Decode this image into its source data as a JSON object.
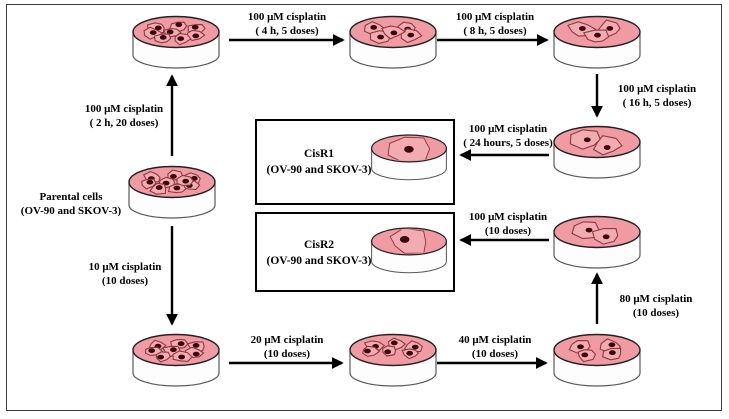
{
  "figure": {
    "description": "Cisplatin resistant cell line generation scheme"
  },
  "labels": {
    "top1": "100 μM cisplatin\n( 4 h, 5 doses)",
    "top2": "100 μM cisplatin\n( 8 h, 5 doses)",
    "right_down": "100 μM cisplatin\n( 16 h, 5 doses)",
    "cisr1_arrow": "100 μM cisplatin\n( 24 hours, 5 doses)",
    "left_up": "100 μM cisplatin\n( 2 h, 20 doses)",
    "parental": "Parental cells\n(OV-90 and SKOV-3)",
    "left_down": "10 μM cisplatin\n(10 doses)",
    "bottom1": "20 μM cisplatin\n(10 doses)",
    "bottom2": "40 μM cisplatin\n(10 doses)",
    "right_up": "80 μM cisplatin\n(10 doses)",
    "cisr2_arrow": "100 μM cisplatin\n(10 doses)",
    "cisr1_box": "CisR1\n(OV-90 and SKOV-3)",
    "cisr2_box": "CisR2\n(OV-90 and SKOV-3)"
  },
  "colors": {
    "dish_fill": "#f09aa3",
    "cell_fill": "#f3abb2",
    "cell_stroke": "#8c3a42",
    "nucleus": "#3c070c",
    "arrow": "#000000",
    "box_border": "#000000"
  },
  "dishes": {
    "top_left": {
      "cells": 8
    },
    "top_mid": {
      "cells": 5
    },
    "top_right": {
      "cells": 3
    },
    "right_1": {
      "cells": 2
    },
    "right_2": {
      "cells": 2
    },
    "bottom_right": {
      "cells": 4
    },
    "bottom_mid": {
      "cells": 6
    },
    "bottom_left": {
      "cells": 8
    },
    "parental": {
      "cells": 9
    },
    "cisr1": {
      "cells": 1
    },
    "cisr2": {
      "cells": 1
    }
  }
}
